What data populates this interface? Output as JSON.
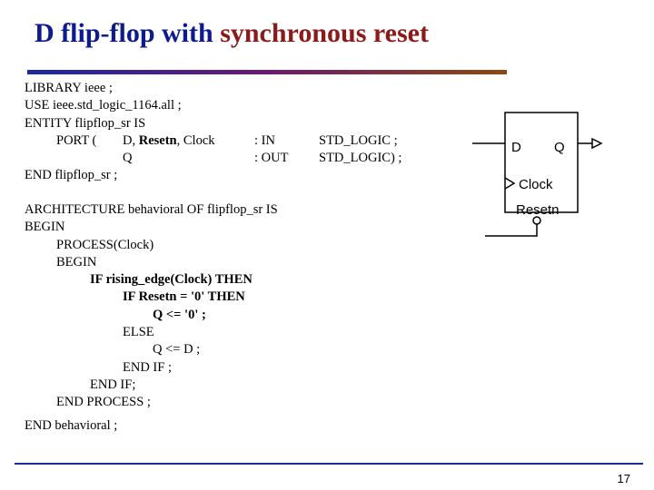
{
  "slide": {
    "title_part1": "D flip-flop with ",
    "title_part2": "synchronous reset",
    "page_number": "17",
    "colors": {
      "title": "#0d1b8c",
      "title_accent": "#8b1a1a",
      "rule": "#1a2a9c"
    }
  },
  "code": {
    "l1": "LIBRARY ieee ;",
    "l2": "USE ieee.std_logic_1164.all ;",
    "l3": "ENTITY flipflop_sr IS",
    "port_kw": "PORT (",
    "port_d": "D, ",
    "port_resetn": "Resetn",
    "port_clock": ", Clock",
    "port_in": ": IN",
    "port_in_type": "STD_LOGIC ;",
    "port_q": "Q",
    "port_out": ": OUT",
    "port_out_type": "STD_LOGIC) ;",
    "l6": "END flipflop_sr ;",
    "l7": "ARCHITECTURE behavioral OF flipflop_sr IS",
    "l8": "BEGIN",
    "l9": "PROCESS(Clock)",
    "l10": "BEGIN",
    "l11": "IF rising_edge(Clock) THEN",
    "l12": "IF Resetn = '0' THEN",
    "l13": "Q <= '0' ;",
    "l14": "ELSE",
    "l15": "Q <= D ;",
    "l16": "END IF ;",
    "l17": "END IF;",
    "l18": "END PROCESS ;",
    "l19": "END behavioral ;"
  },
  "diagram": {
    "d_label": "D",
    "q_label": "Q",
    "clock_label": "Clock",
    "resetn_label": "Resetn"
  }
}
